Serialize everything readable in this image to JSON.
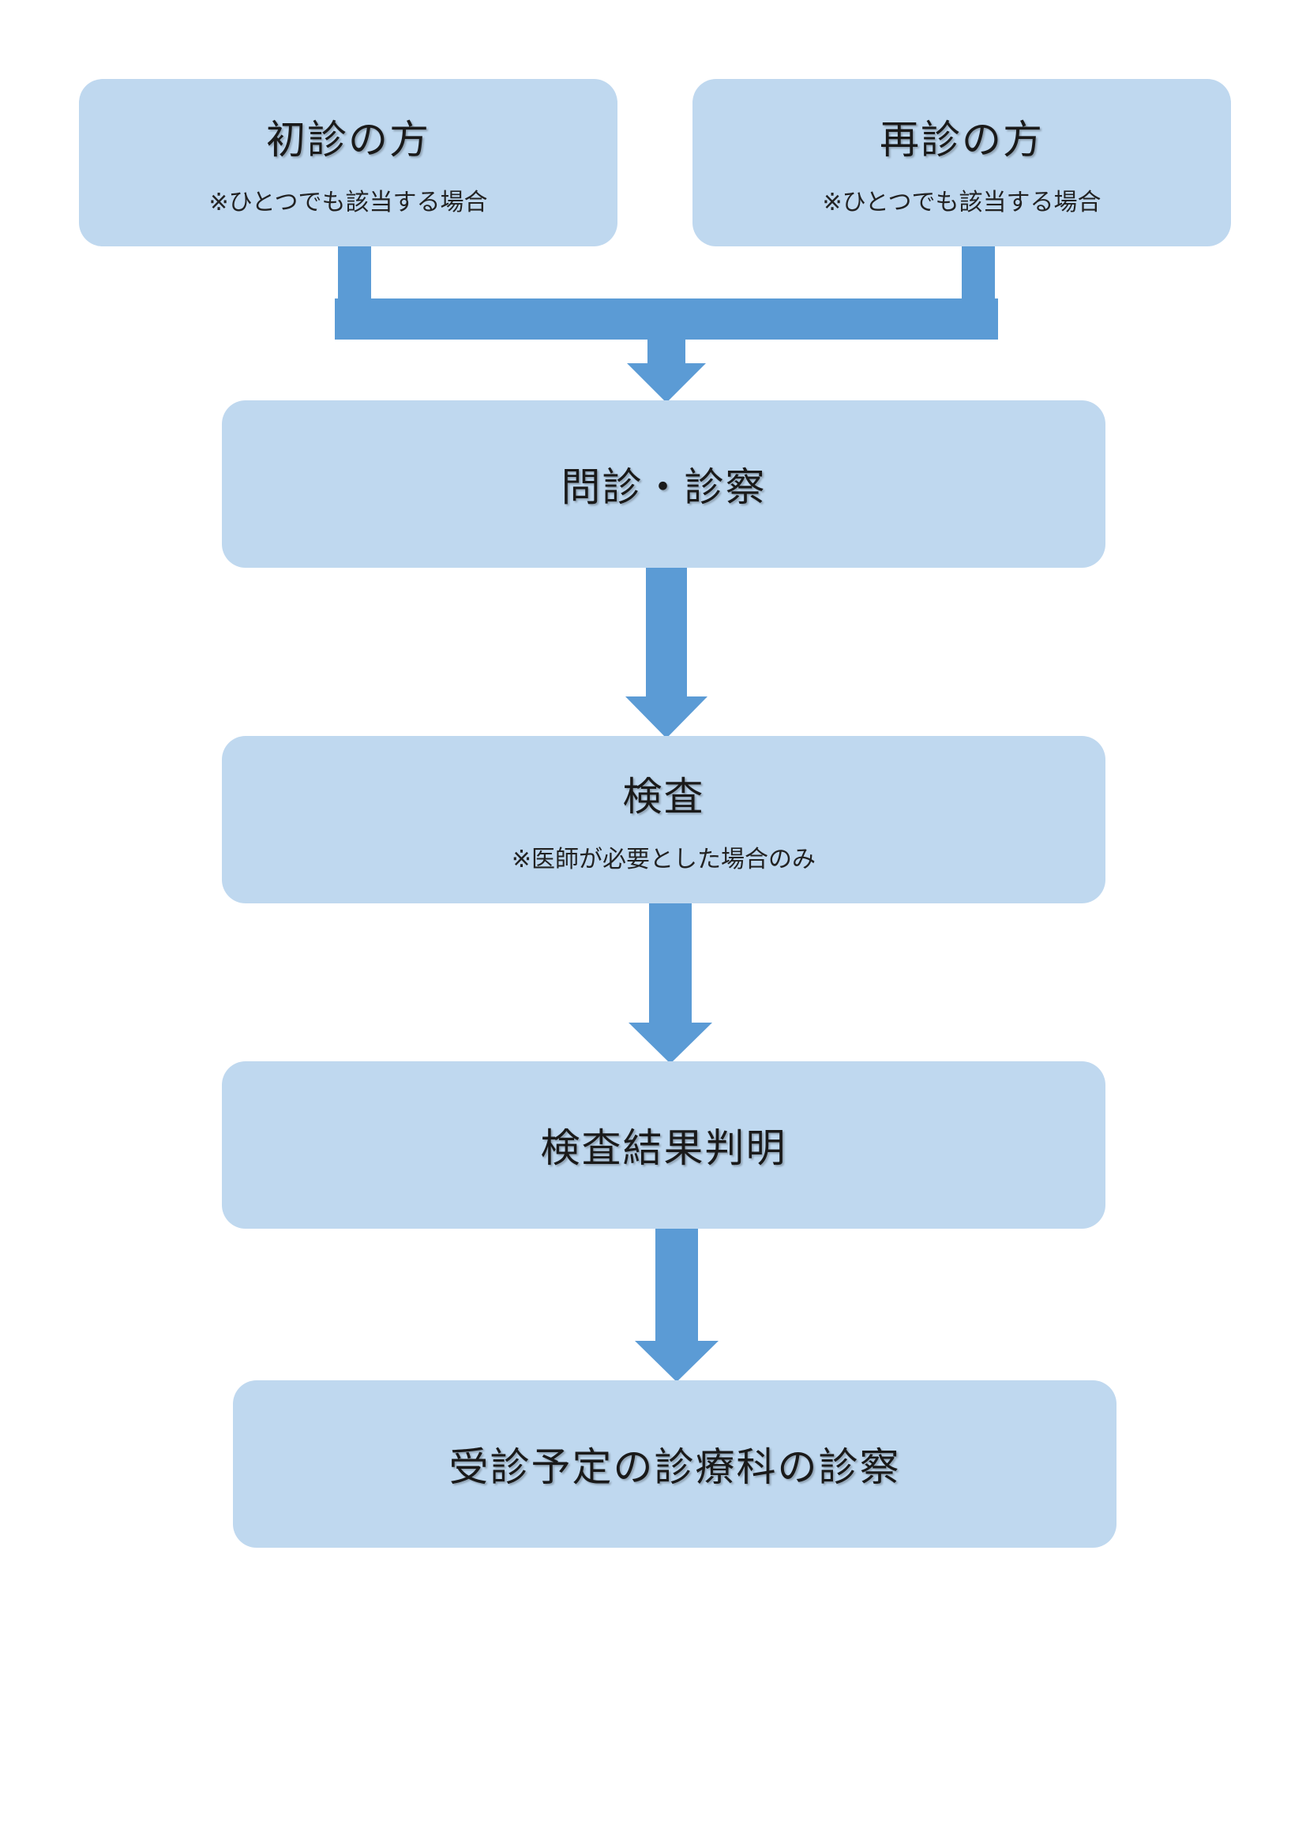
{
  "colors": {
    "box_fill": "#bfd8ef",
    "arrow_fill": "#5b9bd5",
    "text": "#1a1a1a"
  },
  "boxes": {
    "first_visit": {
      "title": "初診の方",
      "note": "※ひとつでも該当する場合"
    },
    "revisit": {
      "title": "再診の方",
      "note": "※ひとつでも該当する場合"
    },
    "interview": {
      "title": "問診・診察"
    },
    "exam": {
      "title": "検査",
      "note": "※医師が必要とした場合のみ"
    },
    "results": {
      "title": "検査結果判明"
    },
    "specialty": {
      "title": "受診予定の診療科の診察"
    }
  }
}
